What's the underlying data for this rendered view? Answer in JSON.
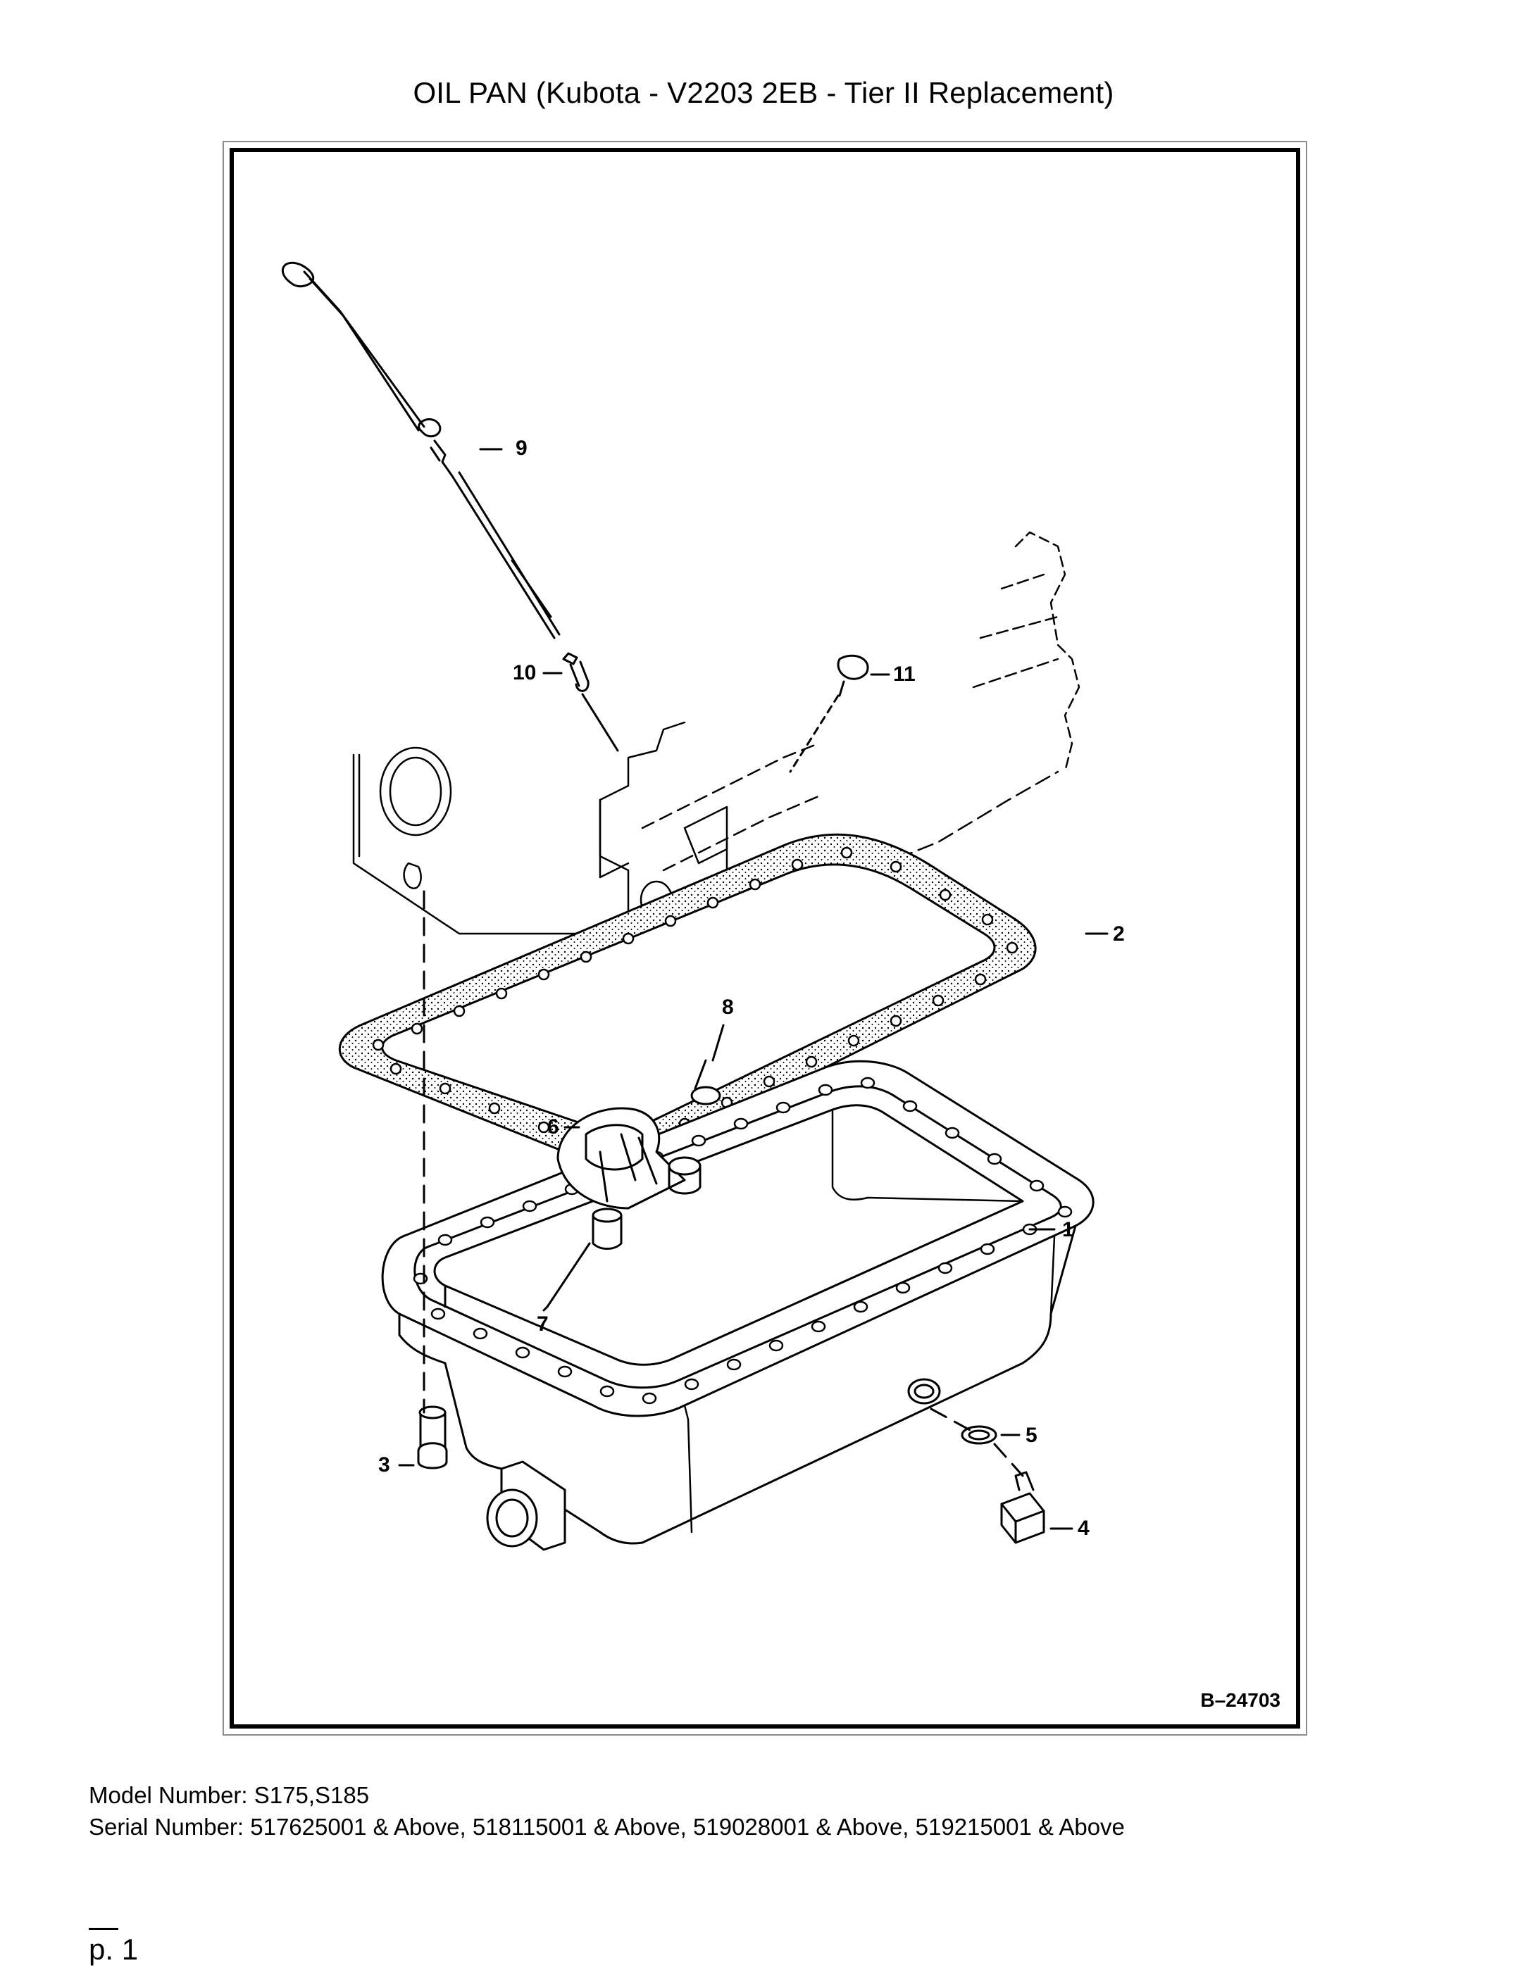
{
  "title": "OIL PAN (Kubota - V2203 2EB - Tier II Replacement)",
  "figure": {
    "id": "B–24703",
    "callouts": {
      "c1": "1",
      "c2": "2",
      "c3": "3",
      "c4": "4",
      "c5": "5",
      "c6": "6",
      "c7": "7",
      "c8": "8",
      "c9": "9",
      "c10": "10",
      "c11": "11"
    }
  },
  "model": {
    "label": "Model Number:",
    "value": "S175,S185"
  },
  "serial": {
    "label": "Serial Number:",
    "value": "517625001 & Above, 518115001 & Above, 519028001 & Above, 519215001 & Above"
  },
  "page": {
    "number": "p. 1"
  }
}
